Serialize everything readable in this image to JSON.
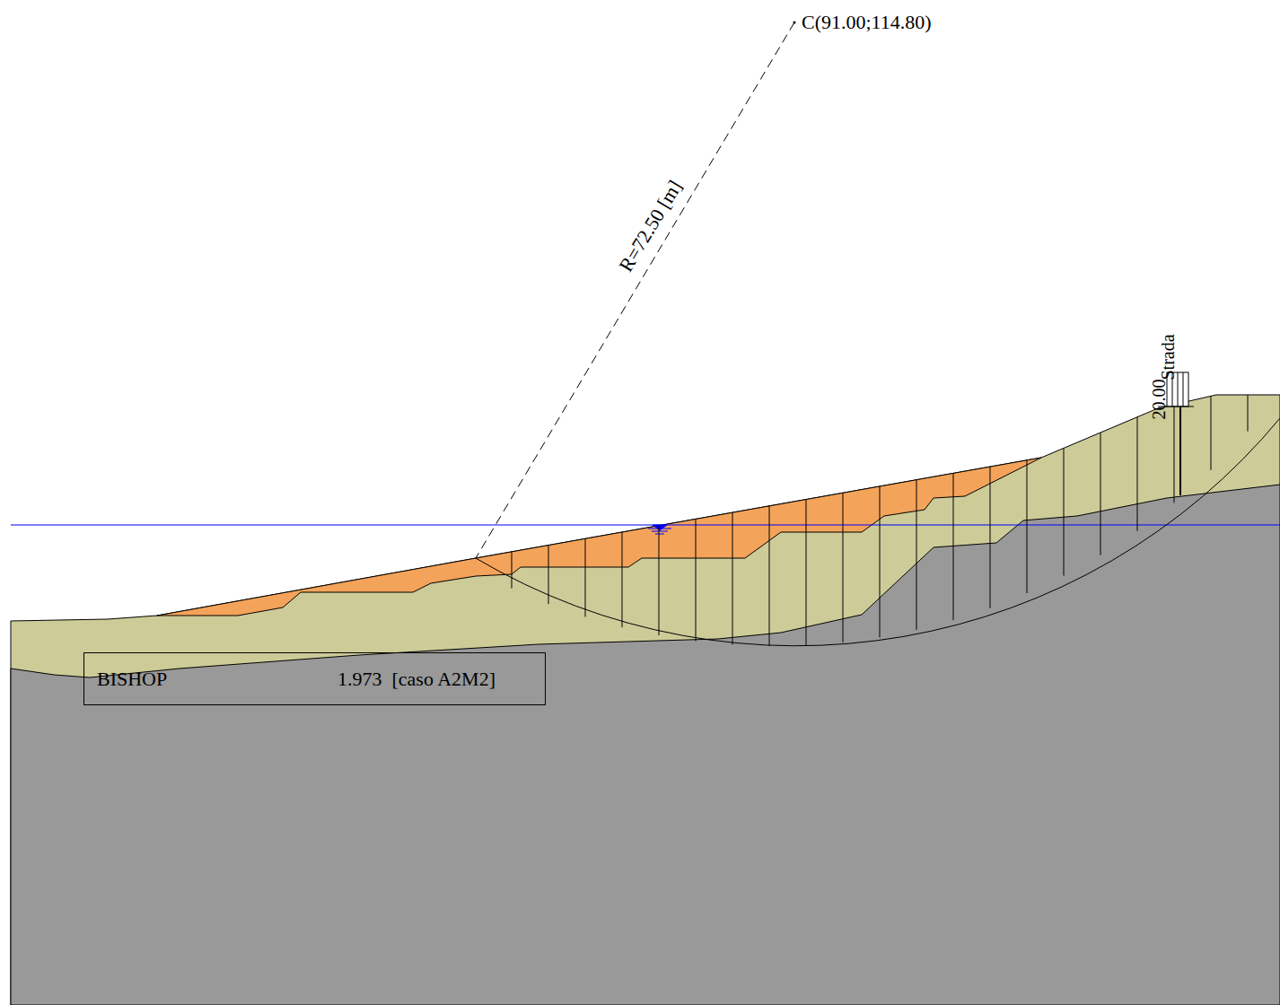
{
  "diagram": {
    "nodes": [
      {
        "text": [
          "BISHOP",
          "1.973  [caso A2M2]"
        ]
      }
    ],
    "labels": [
      "C(91.00;114.80)",
      "R=72.50 [m]",
      "Strada",
      "20.00"
    ]
  }
}
